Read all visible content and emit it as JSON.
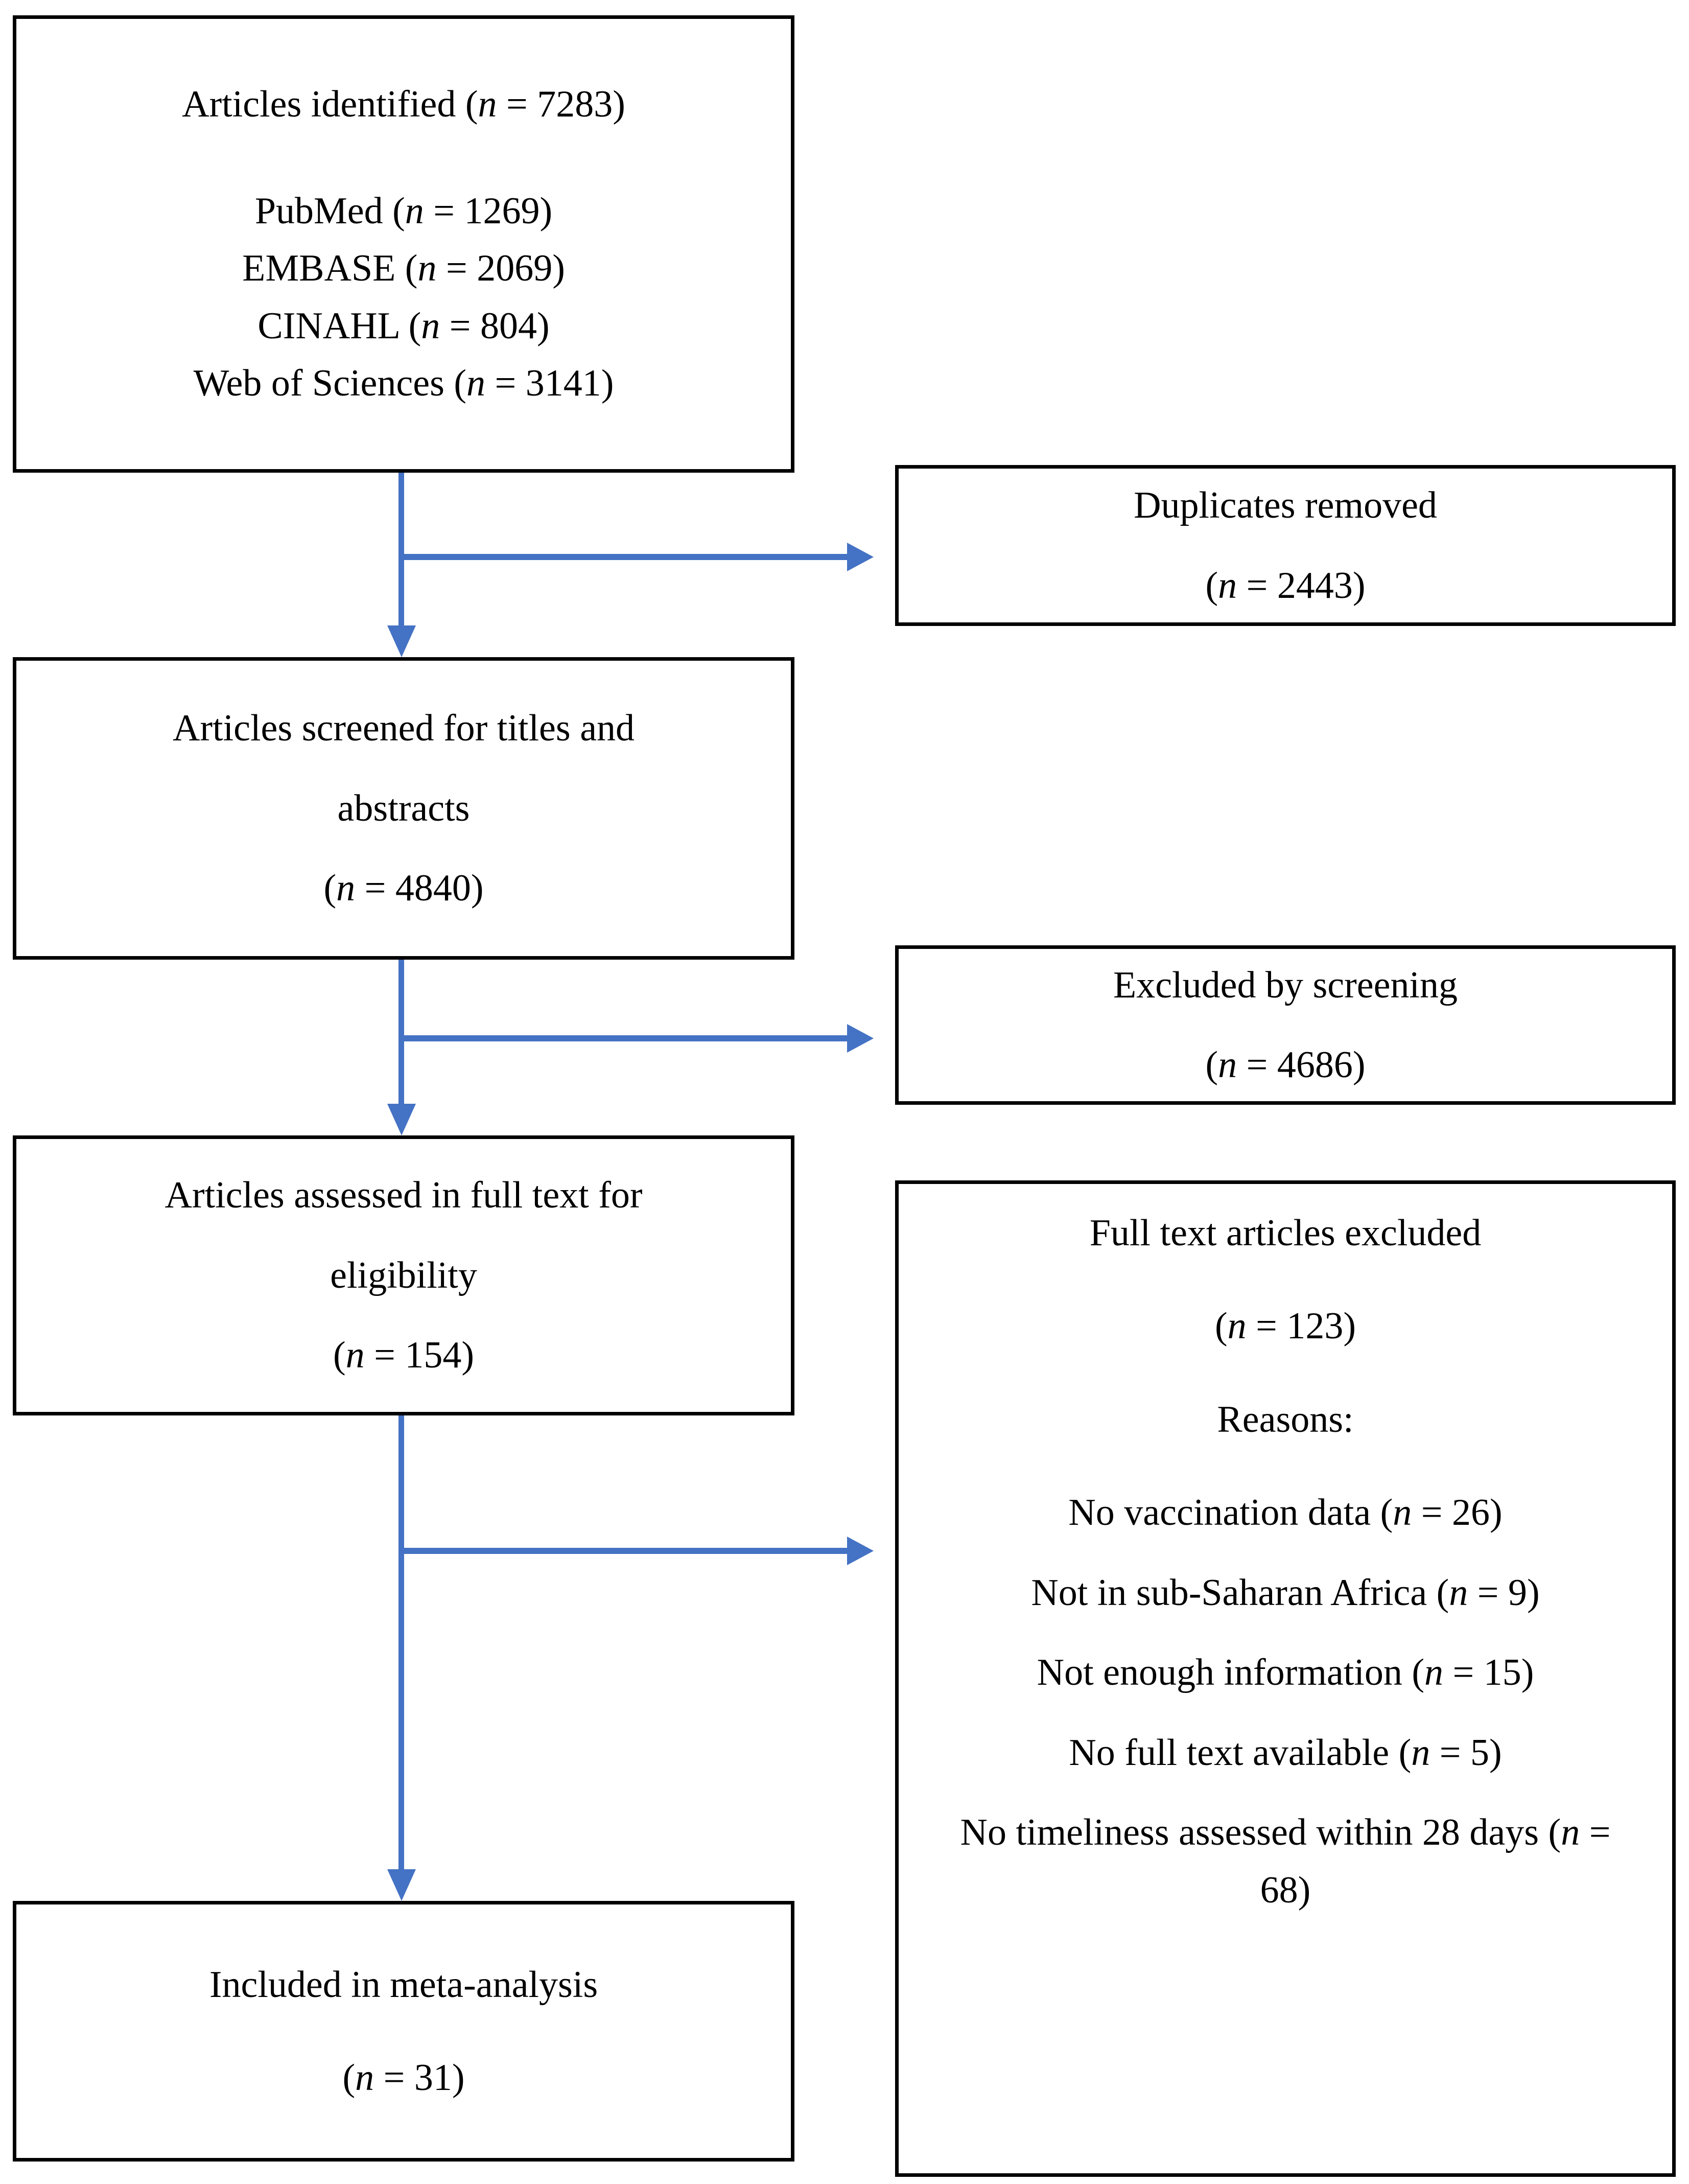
{
  "diagram": {
    "type": "prisma-flow-diagram",
    "accent_color": "#4472C4",
    "border_color": "#000000",
    "background_color": "#FFFFFF"
  },
  "boxes": {
    "identified": {
      "name": "articles-identified",
      "lines": [
        "Articles identified (n = 7283)",
        "PubMed (n = 1269)",
        "EMBASE (n = 2069)",
        "CINAHL (n = 804)",
        "Web of Sciences (n = 3141)"
      ],
      "title": "Articles identified",
      "total": "7283",
      "sources": [
        {
          "label": "PubMed",
          "count": "1269"
        },
        {
          "label": "EMBASE",
          "count": "2069"
        },
        {
          "label": "CINAHL",
          "count": "804"
        },
        {
          "label": "Web of Sciences",
          "count": "3141"
        }
      ]
    },
    "duplicates_removed": {
      "name": "duplicates-removed",
      "title": "Duplicates removed",
      "count_line": "(n = 2443)",
      "count": "2443"
    },
    "screened": {
      "name": "articles-screened",
      "title_line_1": "Articles screened for titles and",
      "title_line_2": "abstracts",
      "count_line": "(n = 4840)",
      "count": "4840"
    },
    "excluded_screening": {
      "name": "excluded-by-screening",
      "title": "Excluded by screening",
      "count_line": "(n = 4686)",
      "count": "4686"
    },
    "full_text_assessed": {
      "name": "articles-assessed-full-text",
      "title_line_1": "Articles assessed in full text for",
      "title_line_2": "eligibility",
      "count_line": "(n = 154)",
      "count": "154"
    },
    "full_text_excluded": {
      "name": "full-text-articles-excluded",
      "title": "Full text articles excluded",
      "count_line": "(n = 123)",
      "count": "123",
      "reasons_label": "Reasons:",
      "reasons": [
        {
          "text": "No vaccination data (n = 26)",
          "label": "No vaccination data",
          "count": "26"
        },
        {
          "text": "Not in sub-Saharan Africa (n = 9)",
          "label": "Not in sub-Saharan Africa",
          "count": "9"
        },
        {
          "text": "Not enough information (n = 15)",
          "label": "Not enough information",
          "count": "15"
        },
        {
          "text": "No full text available (n = 5)",
          "label": "No full text available",
          "count": "5"
        },
        {
          "text": "No timeliness assessed within 28 days (n = 68)",
          "label": "No timeliness assessed within 28 days",
          "count": "68"
        }
      ]
    },
    "included": {
      "name": "included-in-meta-analysis",
      "title": "Included in meta-analysis",
      "count_line": "(n = 31)",
      "count": "31"
    }
  }
}
